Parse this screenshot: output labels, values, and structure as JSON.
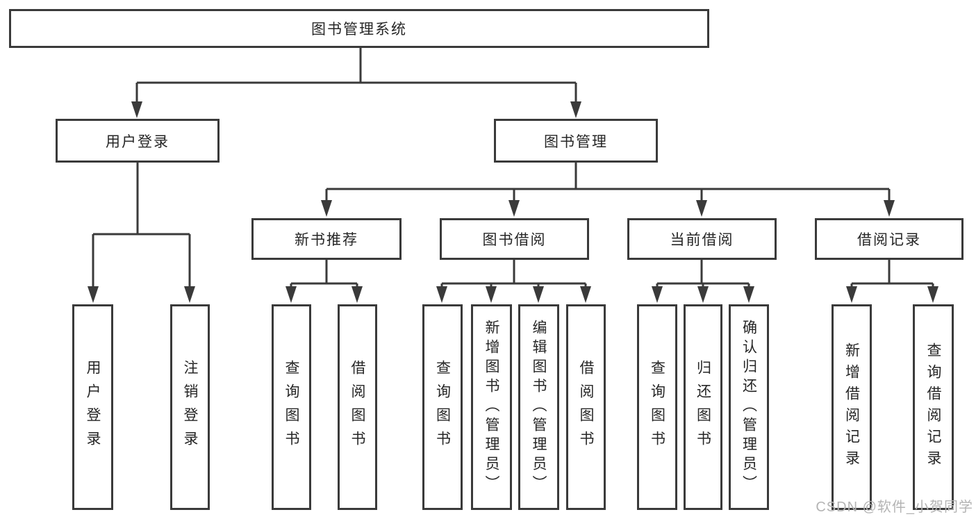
{
  "colors": {
    "line": "#3a3a3a",
    "text": "#262626",
    "watermark": "#b4b4b4",
    "background": "#ffffff"
  },
  "tree": {
    "label": "图书管理系统",
    "children": [
      {
        "label": "用户登录",
        "children": [
          {
            "label": "用户登录"
          },
          {
            "label": "注销登录"
          }
        ]
      },
      {
        "label": "图书管理",
        "children": [
          {
            "label": "新书推荐",
            "children": [
              {
                "label": "查询图书"
              },
              {
                "label": "借阅图书"
              }
            ]
          },
          {
            "label": "图书借阅",
            "children": [
              {
                "label": "查询图书"
              },
              {
                "label": "新增图书（管理员）"
              },
              {
                "label": "编辑图书（管理员）"
              },
              {
                "label": "借阅图书"
              }
            ]
          },
          {
            "label": "当前借阅",
            "children": [
              {
                "label": "查询图书"
              },
              {
                "label": "归还图书"
              },
              {
                "label": "确认归还（管理员）"
              }
            ]
          },
          {
            "label": "借阅记录",
            "children": [
              {
                "label": "新增借阅记录"
              },
              {
                "label": "查询借阅记录"
              }
            ]
          }
        ]
      }
    ]
  },
  "watermark": {
    "text": "CSDN @软件_小贺同学"
  }
}
